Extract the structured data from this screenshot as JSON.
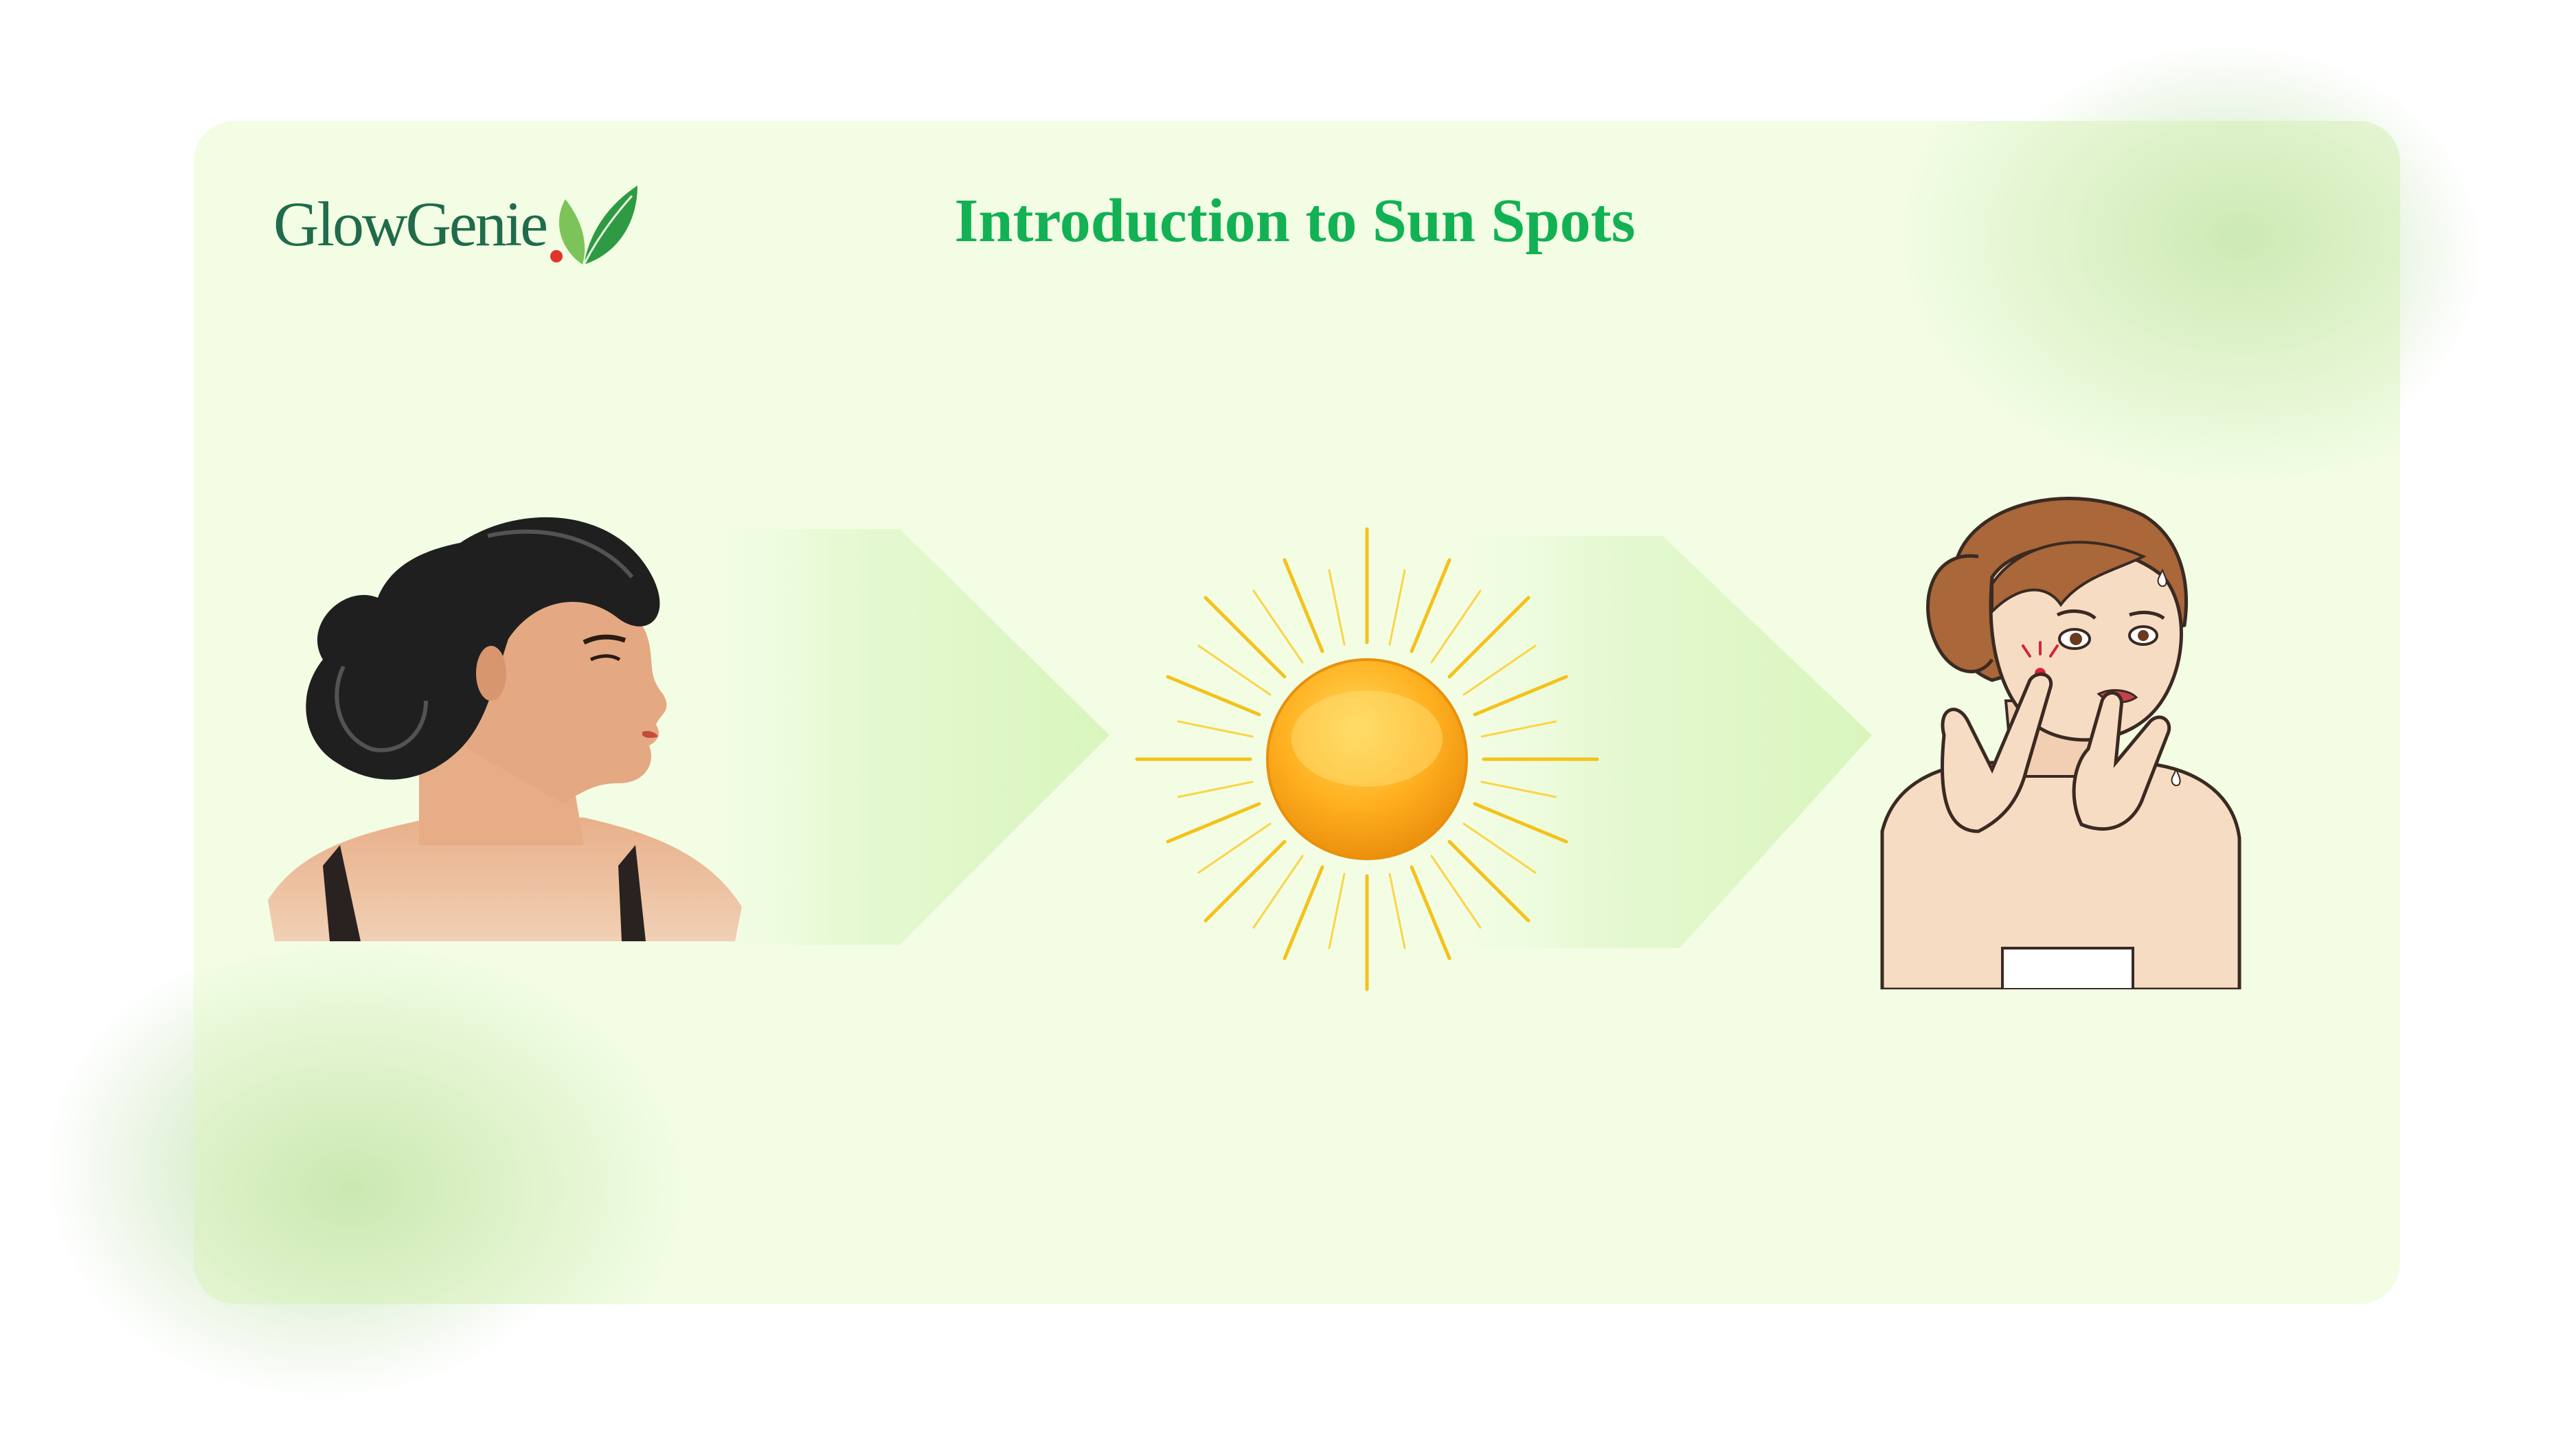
{
  "brand": {
    "name": "GlowGenie",
    "logo_icon": "leaf-icon",
    "text_color": "#1f6b4b",
    "leaf_color": "#3aa64a",
    "dot_color": "#e0352b"
  },
  "slide": {
    "title": "Introduction to Sun Spots",
    "title_color": "#12b154",
    "card_color": "#f2fde4"
  },
  "flow": {
    "steps": [
      {
        "illustration": "woman-profile-illustration"
      },
      {
        "illustration": "sun-illustration"
      },
      {
        "illustration": "girl-skin-spot-illustration"
      }
    ],
    "arrow_icon": "chevron-arrow-icon",
    "arrow_color": "#dbf5c2"
  }
}
